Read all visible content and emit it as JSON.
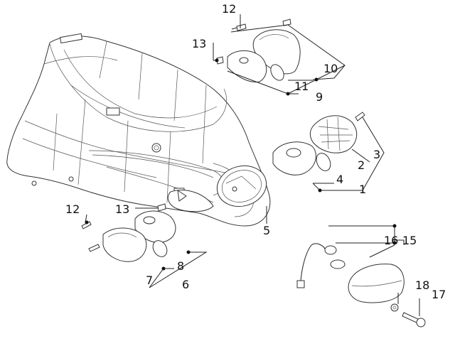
{
  "diagram": {
    "labels": {
      "l1": "1",
      "l2": "2",
      "l3": "3",
      "l4": "4",
      "l5": "5",
      "l6": "6",
      "l7": "7",
      "l8": "8",
      "l9": "9",
      "l10": "10",
      "l11": "11",
      "l12a": "12",
      "l12b": "12",
      "l13a": "13",
      "l13b": "13",
      "l15": "15",
      "l16": "16",
      "l17": "17",
      "l18": "18"
    }
  }
}
